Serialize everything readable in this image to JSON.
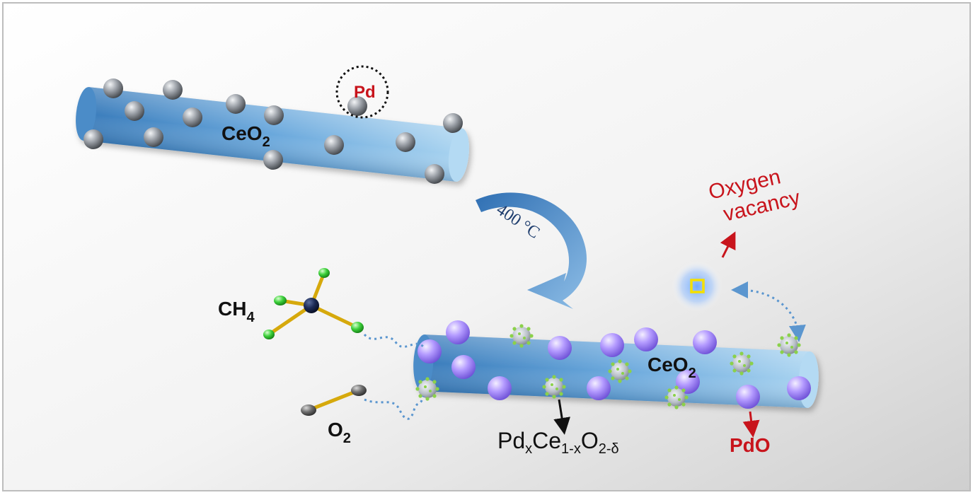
{
  "labels": {
    "ceo2_top_main": "CeO",
    "ceo2_top_sub": "2",
    "pd": "Pd",
    "temperature": "400 °C",
    "oxygen_vacancy_line1": "Oxygen",
    "oxygen_vacancy_line2": "vacancy",
    "ch4_main": "CH",
    "ch4_sub": "4",
    "o2_main": "O",
    "o2_sub": "2",
    "ceo2_bottom_main": "CeO",
    "ceo2_bottom_sub": "2",
    "solid_solution_pd": "Pd",
    "solid_solution_x1": "x",
    "solid_solution_ce": "Ce",
    "solid_solution_x2": "1-x",
    "solid_solution_o": "O",
    "solid_solution_delta": "2-δ",
    "pdo": "PdO"
  },
  "colors": {
    "red_text": "#c8141c",
    "rod_dark": "#3d7fbd",
    "rod_light": "#a9d2ef",
    "pd_sphere": "#8a8f96",
    "pdo_sphere": "#b59cff",
    "arrow_blue": "#5b96cf",
    "vacancy_yellow": "#f5e000"
  }
}
